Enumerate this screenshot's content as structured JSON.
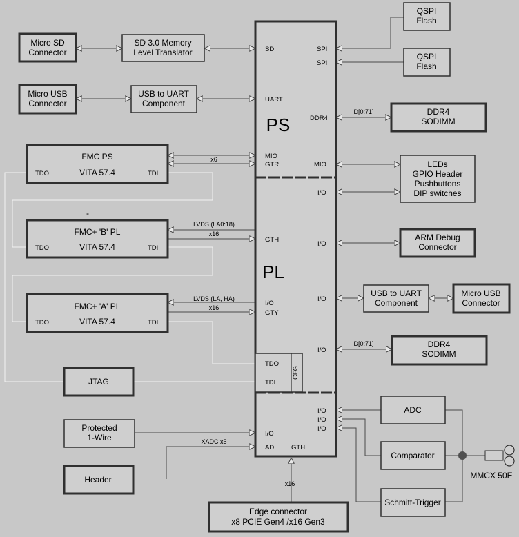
{
  "fpga": {
    "ps_label": "PS",
    "pl_label": "PL",
    "cfg_label": "CFG"
  },
  "ps_pins": {
    "sd": "SD",
    "spi1": "SPI",
    "spi2": "SPI",
    "uart": "UART",
    "ddr4": "DDR4",
    "mio_left": "MIO",
    "gtr": "GTR",
    "mio_right": "MIO"
  },
  "pl_pins": {
    "io_top": "I/O",
    "gth": "GTH",
    "io_arm": "I/O",
    "io_a": "I/O",
    "gty": "GTY",
    "io_uart": "I/O",
    "io_ddr": "I/O",
    "tdo": "TDO",
    "tdi": "TDI",
    "io_adc1": "I/O",
    "io_adc2": "I/O",
    "io_adc3": "I/O",
    "io_1wire": "I/O",
    "ad": "AD",
    "gth_bottom": "GTH"
  },
  "blocks": {
    "micro_sd": {
      "line1": "Micro SD",
      "line2": "Connector"
    },
    "sd_translator": {
      "line1": "SD 3.0 Memory",
      "line2": "Level Translator"
    },
    "micro_usb_left": {
      "line1": "Micro USB",
      "line2": "Connector"
    },
    "usb_uart_left": {
      "line1": "USB to UART",
      "line2": "Component"
    },
    "fmc_ps": {
      "title": "FMC PS",
      "std": "VITA 57.4",
      "tdo": "TDO",
      "tdi": "TDI"
    },
    "fmc_b": {
      "title": "FMC+ 'B' PL",
      "std": "VITA 57.4",
      "tdo": "TDO",
      "tdi": "TDI"
    },
    "fmc_a": {
      "title": "FMC+ 'A' PL",
      "std": "VITA 57.4",
      "tdo": "TDO",
      "tdi": "TDI"
    },
    "jtag": {
      "label": "JTAG"
    },
    "one_wire": {
      "line1": "Protected",
      "line2": "1-Wire"
    },
    "header": {
      "label": "Header"
    },
    "edge": {
      "line1": "Edge connector",
      "line2": "x8 PCIE Gen4 /x16 Gen3"
    },
    "qspi1": {
      "line1": "QSPI",
      "line2": "Flash"
    },
    "qspi2": {
      "line1": "QSPI",
      "line2": "Flash"
    },
    "ddr4_top": {
      "line1": "DDR4",
      "line2": "SODIMM"
    },
    "leds": {
      "line1": "LEDs",
      "line2": "GPIO Header",
      "line3": "Pushbuttons",
      "line4": "DIP switches"
    },
    "arm_debug": {
      "line1": "ARM Debug",
      "line2": "Connector"
    },
    "usb_uart_right": {
      "line1": "USB to UART",
      "line2": "Component"
    },
    "micro_usb_right": {
      "line1": "Micro USB",
      "line2": "Connector"
    },
    "ddr4_bottom": {
      "line1": "DDR4",
      "line2": "SODIMM"
    },
    "adc": {
      "label": "ADC"
    },
    "comparator": {
      "label": "Comparator"
    },
    "schmitt": {
      "label": "Schmitt-Trigger"
    },
    "mmcx": {
      "label": "MMCX 50E"
    }
  },
  "buses": {
    "fmc_ps_x6": "x6",
    "fmc_b_lvds": "LVDS (LA0:18)",
    "fmc_b_x16": "x16",
    "fmc_a_lvds": "LVDS (LA, HA)",
    "fmc_a_x16": "x16",
    "xadc": "XADC x5",
    "edge_x16": "x16",
    "ddr_top": "D[0:71]",
    "ddr_bottom": "D[0:71]",
    "stray_mark": "-"
  }
}
